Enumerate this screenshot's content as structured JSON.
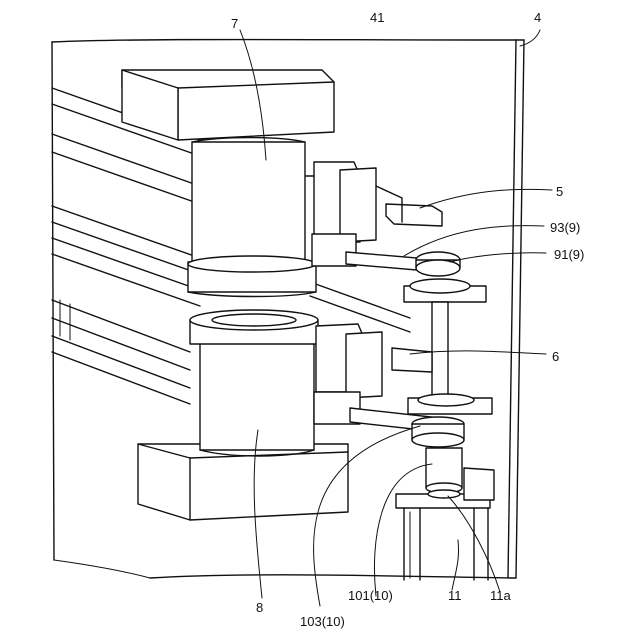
{
  "figure": {
    "labels": [
      {
        "id": "label-7",
        "text": "7"
      },
      {
        "id": "label-41",
        "text": "41"
      },
      {
        "id": "label-4",
        "text": "4"
      },
      {
        "id": "label-5",
        "text": "5"
      },
      {
        "id": "label-93",
        "text": "93(9)"
      },
      {
        "id": "label-91",
        "text": "91(9)"
      },
      {
        "id": "label-6",
        "text": "6"
      },
      {
        "id": "label-8",
        "text": "8"
      },
      {
        "id": "label-101",
        "text": "101(10)"
      },
      {
        "id": "label-103",
        "text": "103(10)"
      },
      {
        "id": "label-11",
        "text": "11"
      },
      {
        "id": "label-11a",
        "text": "11a"
      }
    ]
  }
}
